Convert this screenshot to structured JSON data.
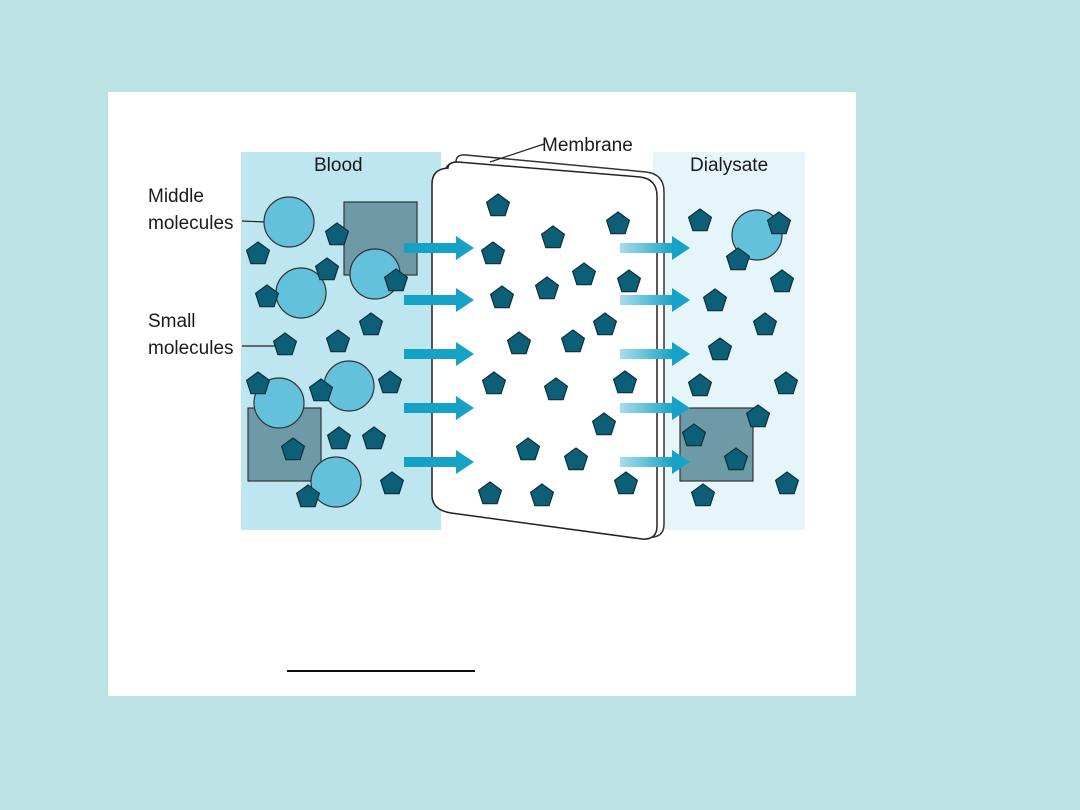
{
  "diagram": {
    "title": "Dialysis diffusion across a membrane",
    "labels": {
      "blood": "Blood",
      "dialysate": "Dialysate",
      "membrane": "Membrane",
      "middle_molecules_line1": "Middle",
      "middle_molecules_line2": "molecules",
      "small_molecules_line1": "Small",
      "small_molecules_line2": "molecules"
    },
    "colors": {
      "slide_background": "#bde2e3",
      "panel": "#ffffff",
      "blood_region": "#bde6f0",
      "dialysate_region": "#e6f5fa",
      "middle_molecule_circle": "#64c1dc",
      "middle_molecule_square": "#6e9aa8",
      "small_molecule": "#0d5f78",
      "arrow_strong": "#16a2c6",
      "arrow_light": "#8fd4e6"
    },
    "legend": {
      "underline_present": true
    }
  }
}
